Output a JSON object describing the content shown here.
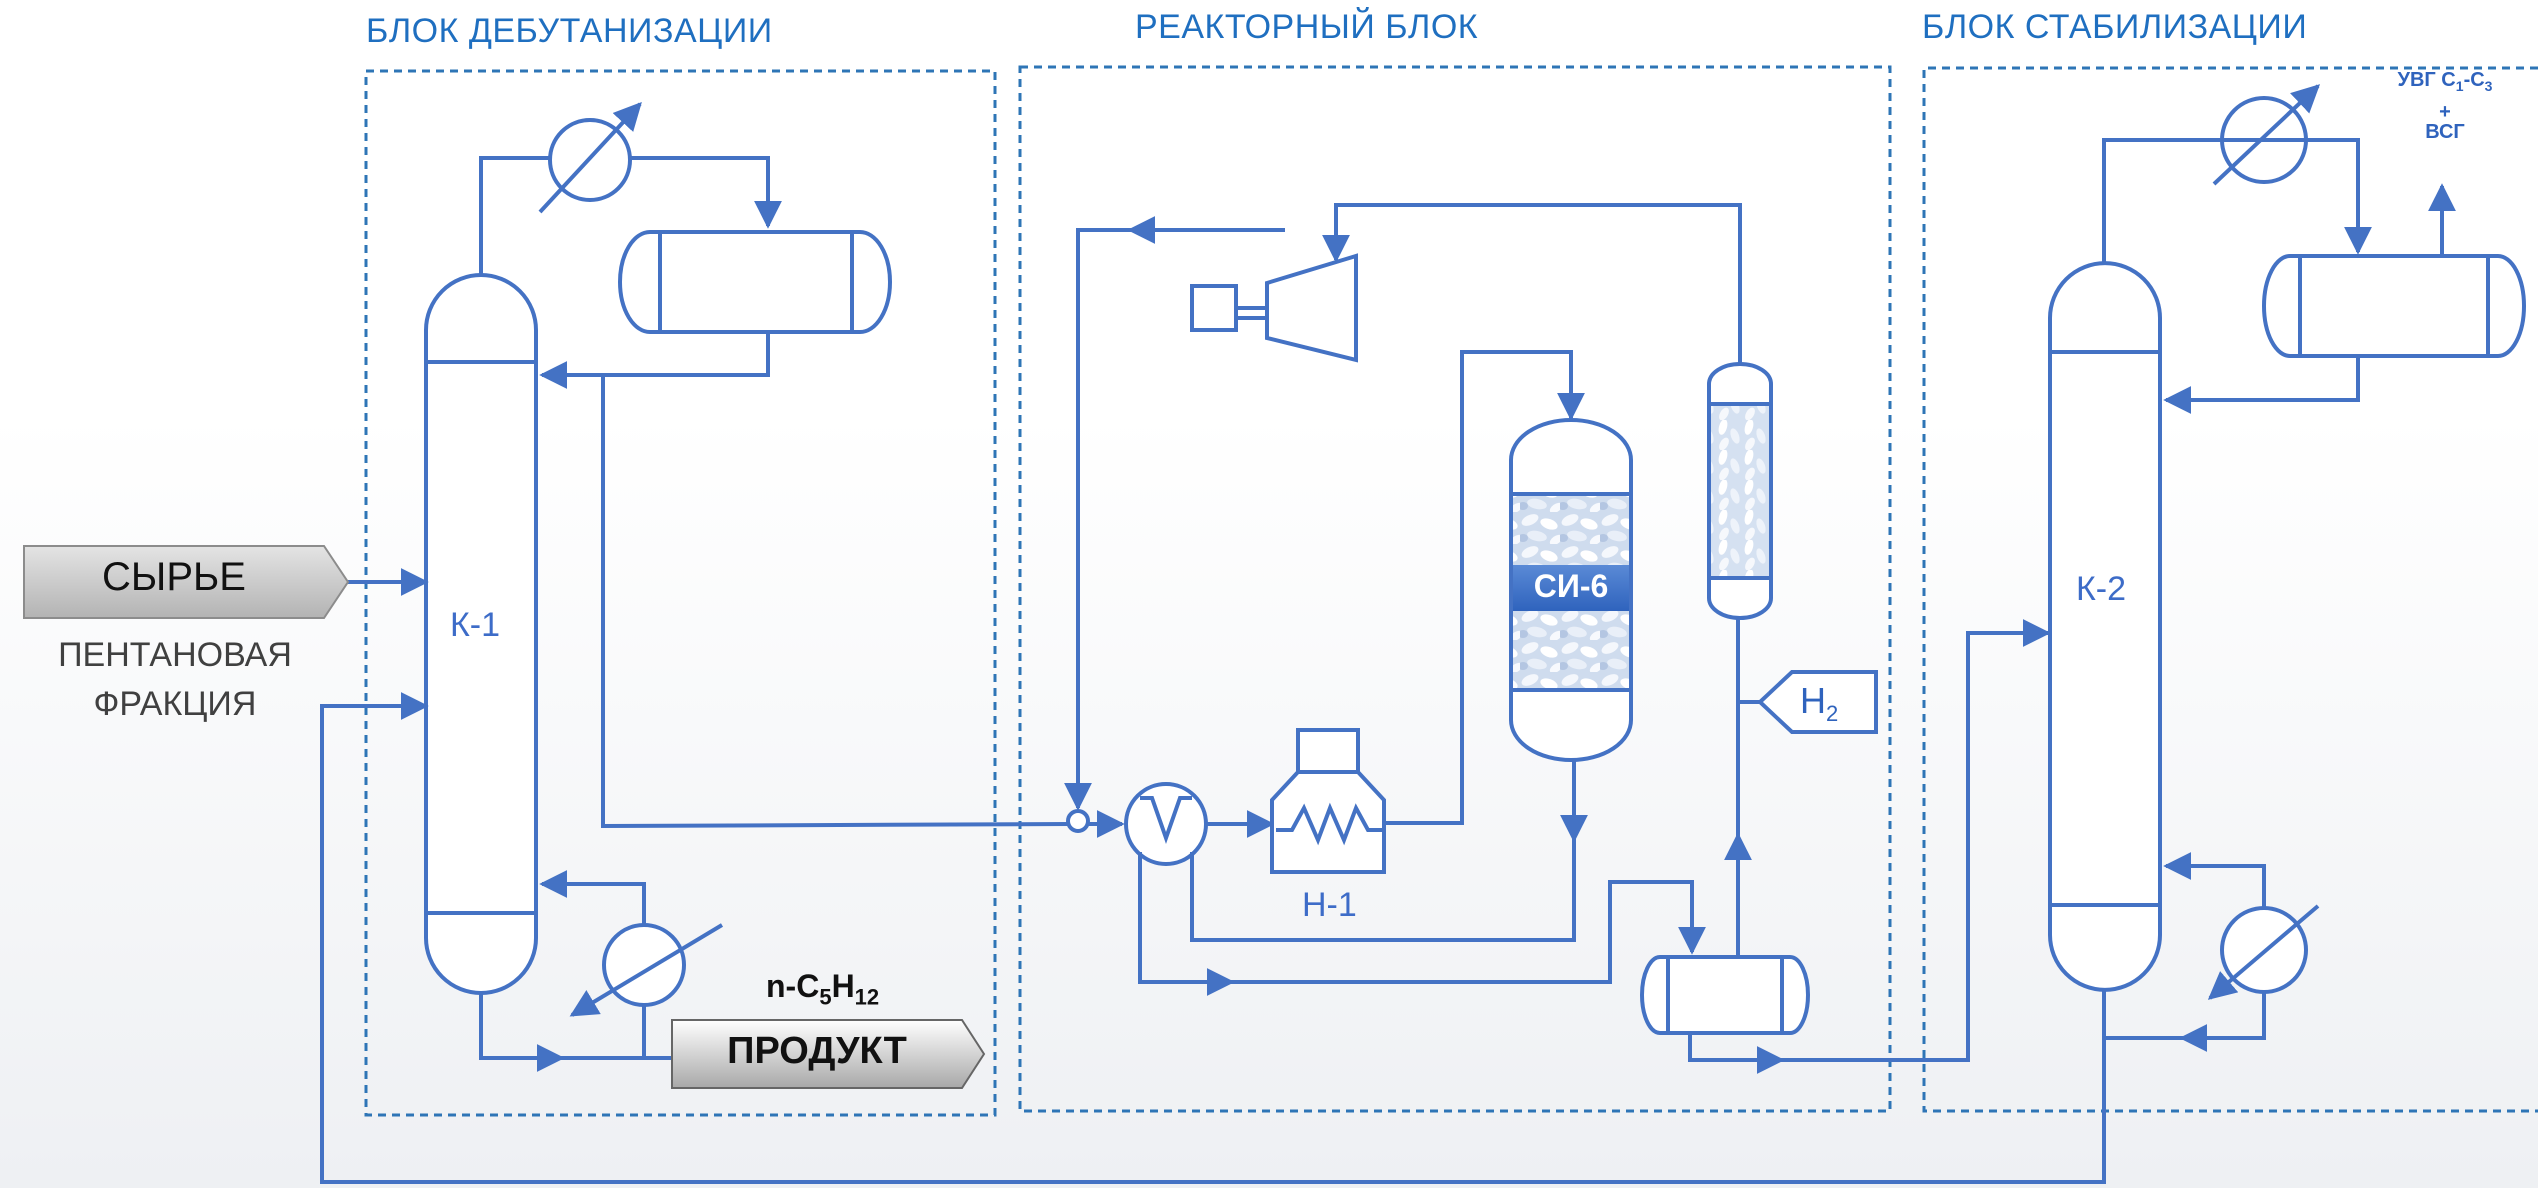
{
  "blocks": {
    "debutanization": "БЛОК ДЕБУТАНИЗАЦИИ",
    "reactor": "РЕАКТОРНЫЙ БЛОК",
    "stabilization": "БЛОК СТАБИЛИЗАЦИИ"
  },
  "feed": {
    "label": "СЫРЬЕ",
    "description_line1": "ПЕНТАНОВАЯ",
    "description_line2": "ФРАКЦИЯ"
  },
  "product": {
    "label": "ПРОДУКТ",
    "formula_prefix": "n-C",
    "formula_sub1": "5",
    "formula_mid": "H",
    "formula_sub2": "12"
  },
  "equipment": {
    "column1": "К-1",
    "column2": "К-2",
    "heater": "Н-1",
    "reactor": "СИ-6"
  },
  "hydrogen": {
    "label": "H",
    "sub": "2"
  },
  "offgas": {
    "line1_prefix": "УВГ С",
    "line1_sub1": "1",
    "line1_dash": "-С",
    "line1_sub2": "3",
    "plus": "+",
    "line2": "ВСГ"
  },
  "colors": {
    "line": "#4472c4",
    "block_title": "#1f6fc0",
    "reactor_band": "#3d72c9"
  }
}
